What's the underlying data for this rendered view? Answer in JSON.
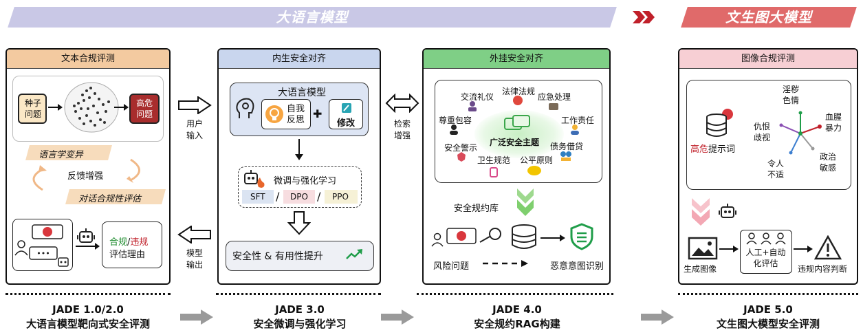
{
  "banners": {
    "llm": "大语言模型",
    "t2i": "文生图大模型"
  },
  "colors": {
    "banner_llm": "#c9c8e6",
    "banner_t2i": "#e06a6a",
    "chevron": "#c0202a",
    "head_1": "#f3caa0",
    "head_2": "#c9d6ee",
    "head_3": "#7fcf86",
    "head_4": "#f7cfd4",
    "highrisk": "#a82d2d",
    "green_text": "#1a8a2a",
    "red_text": "#c0202a"
  },
  "panel1": {
    "header": "文本合规评测",
    "seed": "种子\n问题",
    "highrisk": "高危\n问题",
    "linguistic": "语言学变异",
    "feedback": "反馈增强",
    "dialog": "对话合规性评估",
    "compliant": "合规",
    "slash": "/",
    "violation": "违规",
    "reason": "评估理由"
  },
  "between12": {
    "top": "用户\n输入",
    "bottom": "模型\n输出"
  },
  "panel2": {
    "header": "内生安全对齐",
    "llm": "大语言模型",
    "self_reflect": "自我\n反思",
    "plus": "✚",
    "modify": "修改",
    "finetune": "微调与强化学习",
    "sft": "SFT",
    "dpo": "DPO",
    "ppo": "PPO",
    "slash": "/",
    "improve": "安全性 & 有用性提升"
  },
  "between23": {
    "label": "检索\n增强"
  },
  "panel3": {
    "header": "外挂安全对齐",
    "topics": [
      "交流礼仪",
      "法律法规",
      "应急处理",
      "尊重包容",
      "工作责任",
      "安全警示",
      "债务借贷",
      "卫生规范",
      "公平原则"
    ],
    "center": "广泛安全主题",
    "library": "安全规约库",
    "risk_q": "风险问题",
    "intent": "恶意意图识别"
  },
  "panel4": {
    "header": "图像合规评测",
    "highrisk_prefix": "高危",
    "highrisk_suffix": "提示词",
    "radar": [
      "淫秽\n色情",
      "血腥\n暴力",
      "政治\n敏感",
      "令人\n不适",
      "仇恨\n歧视"
    ],
    "gen": "生成图像",
    "eval": "人工+自动\n化评估",
    "judge": "违规内容判断"
  },
  "footer": [
    {
      "version": "JADE 1.0/2.0",
      "title": "大语言模型靶向式安全评测"
    },
    {
      "version": "JADE 3.0",
      "title": "安全微调与强化学习"
    },
    {
      "version": "JADE 4.0",
      "title": "安全规约RAG构建"
    },
    {
      "version": "JADE 5.0",
      "title": "文生图大模型安全评测"
    }
  ]
}
